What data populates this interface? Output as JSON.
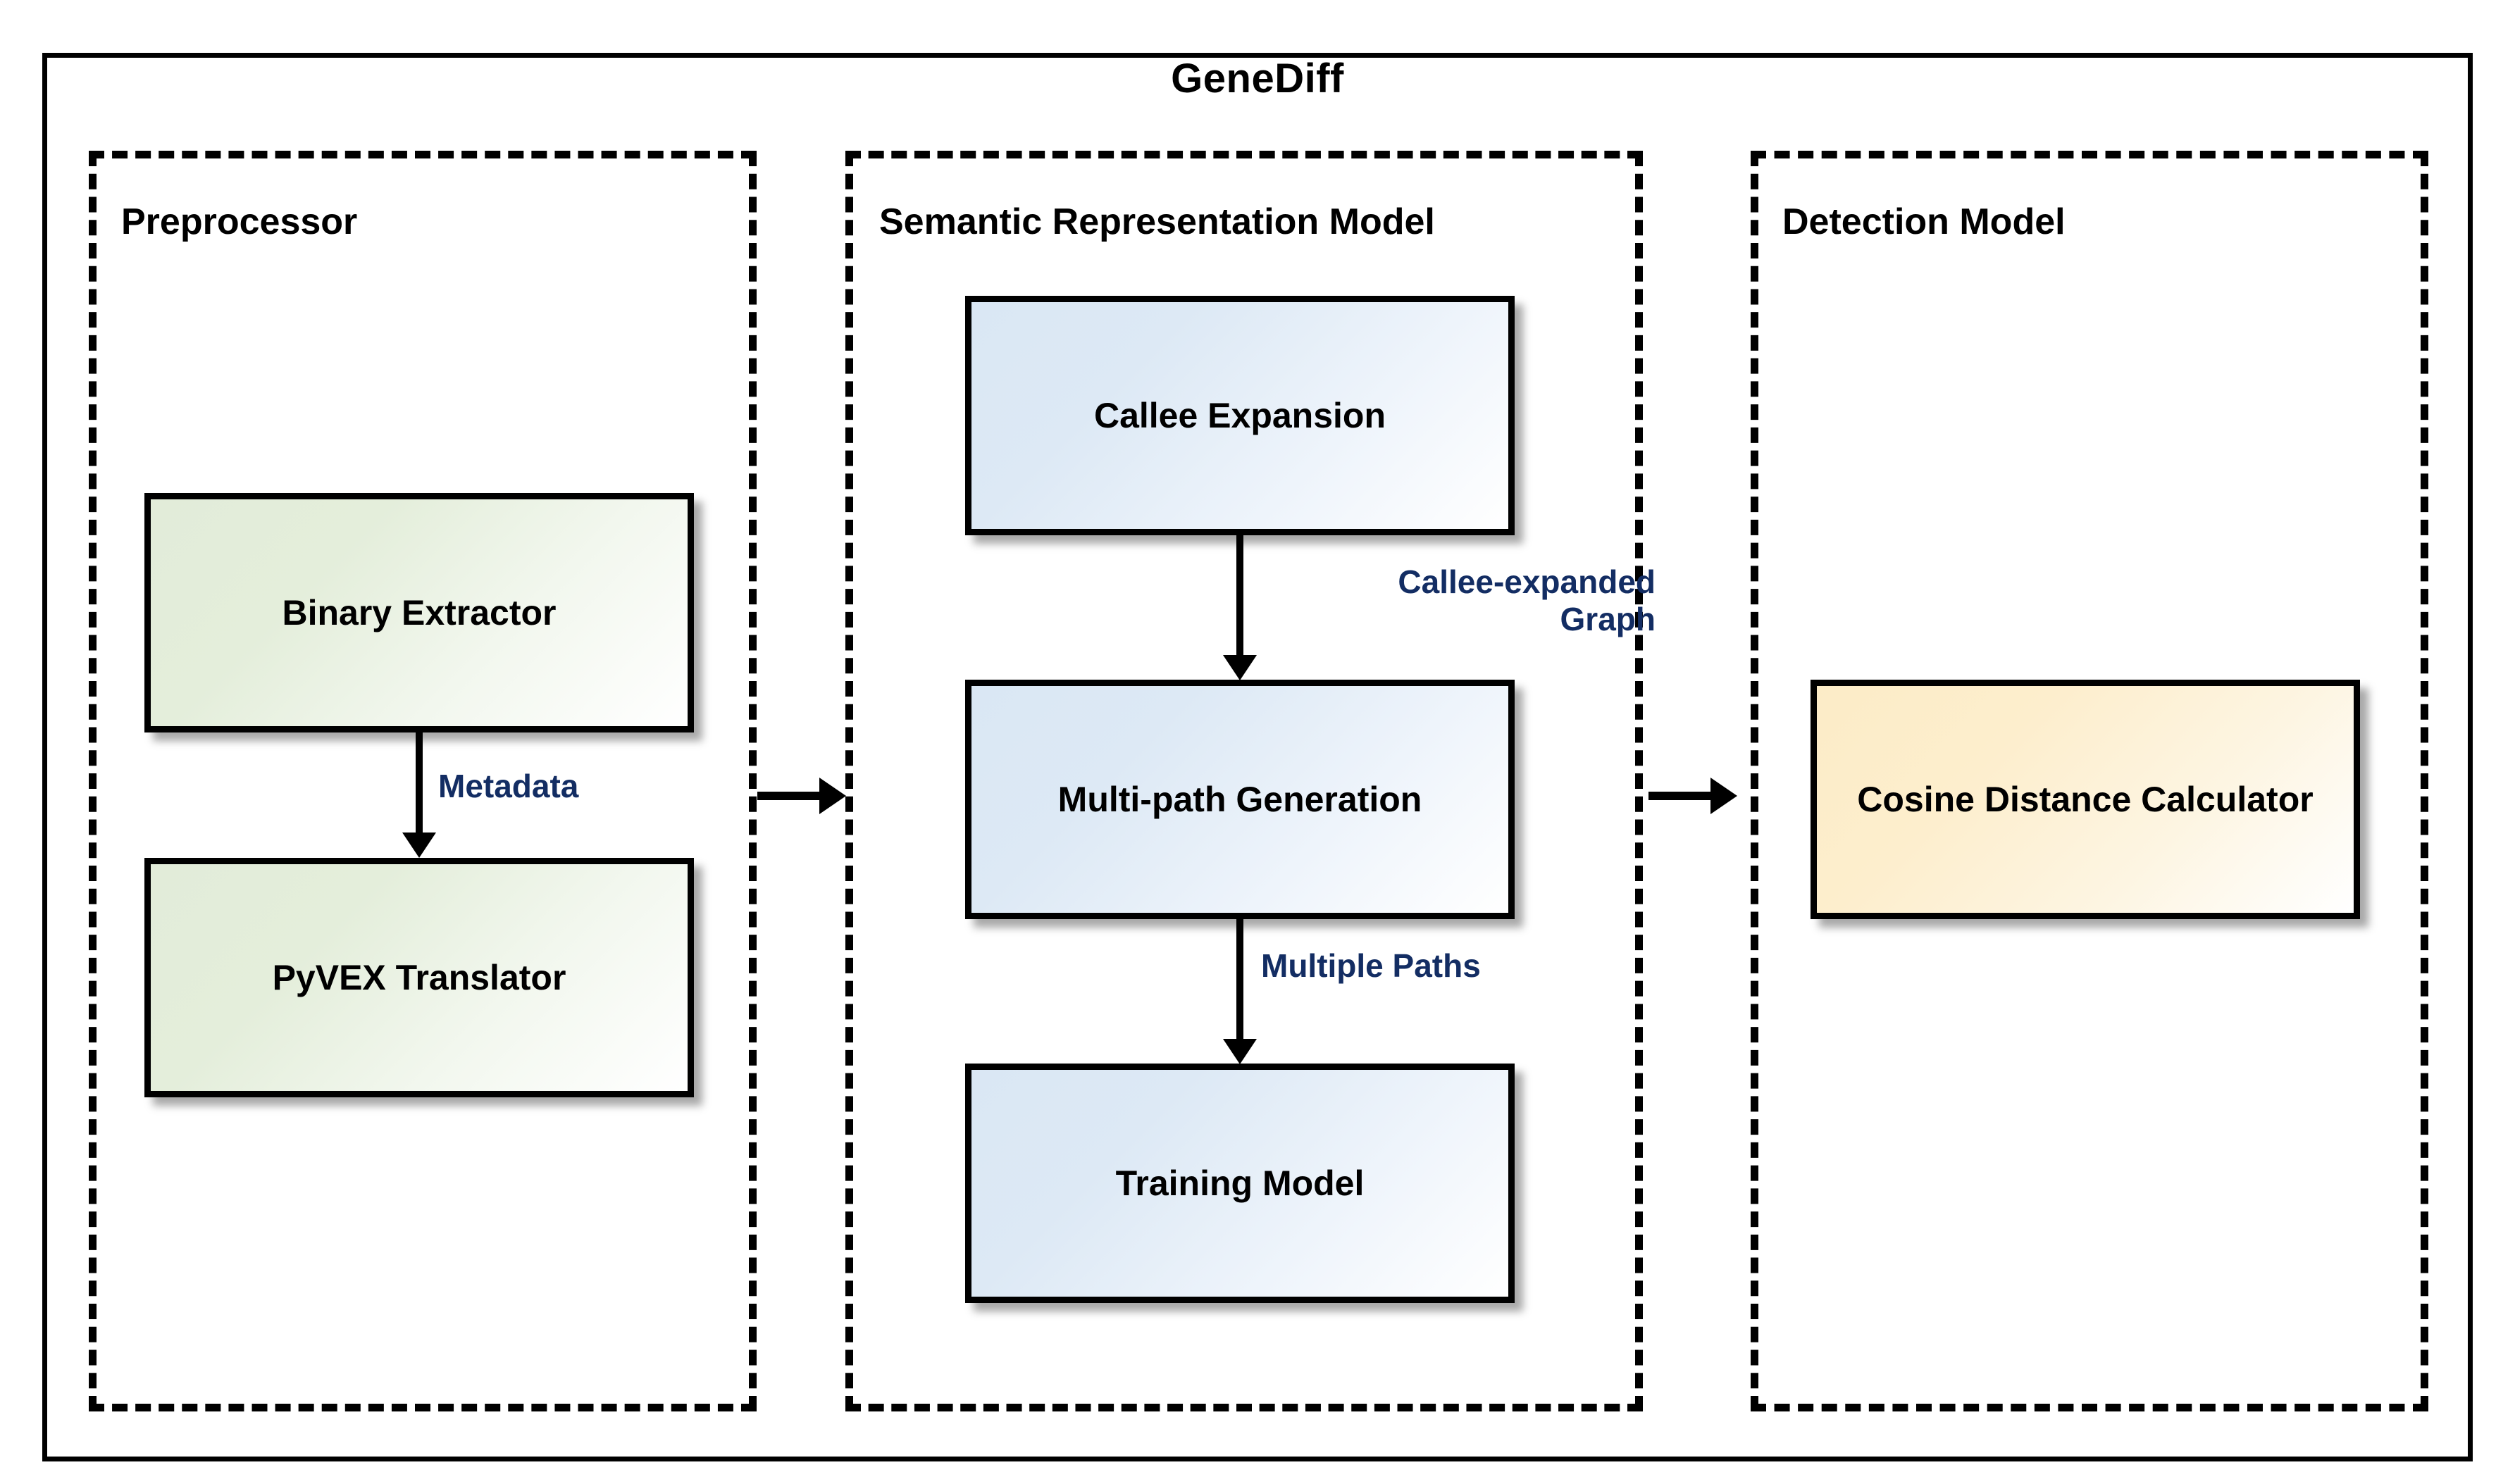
{
  "diagram": {
    "title": "GeneDiff",
    "groups": [
      {
        "id": "preprocessor",
        "label": "Preprocessor"
      },
      {
        "id": "semantic_representation_model",
        "label": "Semantic Representation Model"
      },
      {
        "id": "detection_model",
        "label": "Detection Model"
      }
    ],
    "nodes": {
      "binary_extractor": {
        "label": "Binary Extractor",
        "color": "#e2ecd9",
        "group": "preprocessor"
      },
      "pyvex_translator": {
        "label": "PyVEX Translator",
        "color": "#e2ecd9",
        "group": "preprocessor"
      },
      "callee_expansion": {
        "label": "Callee Expansion",
        "color": "#dae7f4",
        "group": "semantic_representation_model"
      },
      "multi_path_generation": {
        "label": "Multi-path Generation",
        "color": "#dae7f4",
        "group": "semantic_representation_model"
      },
      "training_model": {
        "label": "Training Model",
        "color": "#dae7f4",
        "group": "semantic_representation_model"
      },
      "cosine_distance_calculator": {
        "label": "Cosine Distance\nCalculator",
        "color": "#fcecc7",
        "group": "detection_model"
      }
    },
    "edge_labels": {
      "metadata": "Metadata",
      "callee_expanded_graph": "Callee-expanded\nGraph",
      "multiple_paths": "Multiple Paths"
    },
    "colors": {
      "edge_label_text": "#132d63",
      "stroke": "#000000",
      "background": "#ffffff",
      "green_fill": "#e2ecd9",
      "blue_fill": "#dae7f4",
      "orange_fill": "#fcecc7"
    }
  }
}
